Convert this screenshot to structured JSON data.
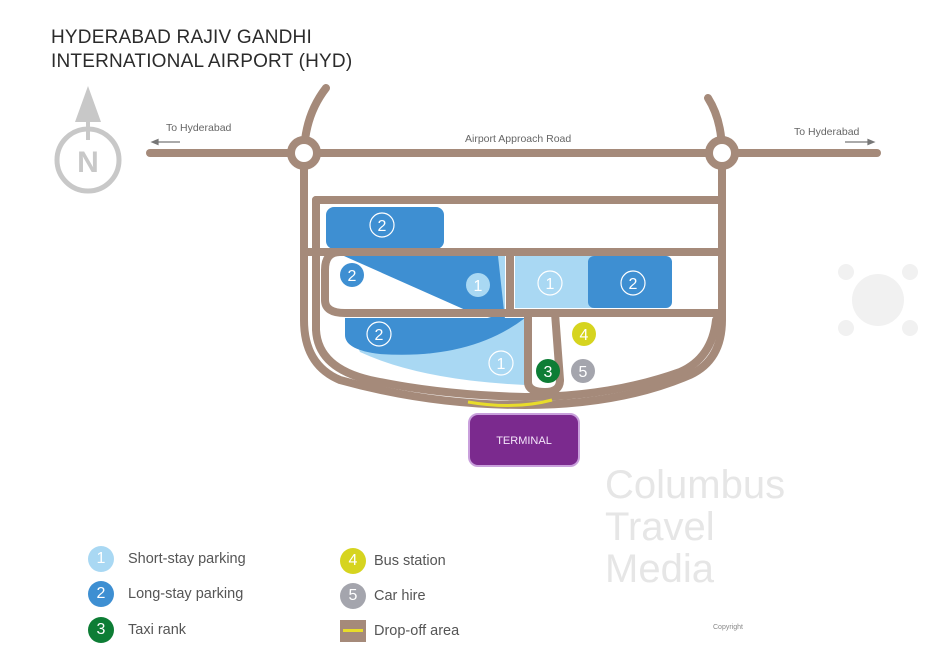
{
  "title": {
    "line1": "HYDERABAD RAJIV GANDHI",
    "line2": "INTERNATIONAL AIRPORT (HYD)"
  },
  "compass": {
    "icon": "north-arrow-icon",
    "letter": "N"
  },
  "roads": {
    "left_destination": "To Hyderabad",
    "right_destination": "To Hyderabad",
    "main_road": "Airport Approach Road"
  },
  "terminal": {
    "label": "TERMINAL",
    "color": "#7b2a8e"
  },
  "markers": {
    "short_stay": "1",
    "long_stay": "2",
    "taxi": "3",
    "bus": "4",
    "car_hire": "5"
  },
  "legend": [
    {
      "number": "1",
      "label": "Short-stay parking",
      "color": "#a9d8f3"
    },
    {
      "number": "2",
      "label": "Long-stay parking",
      "color": "#3e8fd2"
    },
    {
      "number": "3",
      "label": "Taxi rank",
      "color": "#0d7d35"
    },
    {
      "number": "4",
      "label": "Bus station",
      "color": "#d6d41f"
    },
    {
      "number": "5",
      "label": "Car hire",
      "color": "#a4a5ad"
    },
    {
      "number": "",
      "label": "Drop-off area",
      "color": "#a58a7a"
    }
  ],
  "watermark": {
    "line1": "Columbus",
    "line2": "Travel",
    "line3": "Media"
  },
  "copyright": "Copyright",
  "colors": {
    "road": "#a58a7a",
    "dropoff": "#e8dc2a",
    "text": "#555555"
  }
}
